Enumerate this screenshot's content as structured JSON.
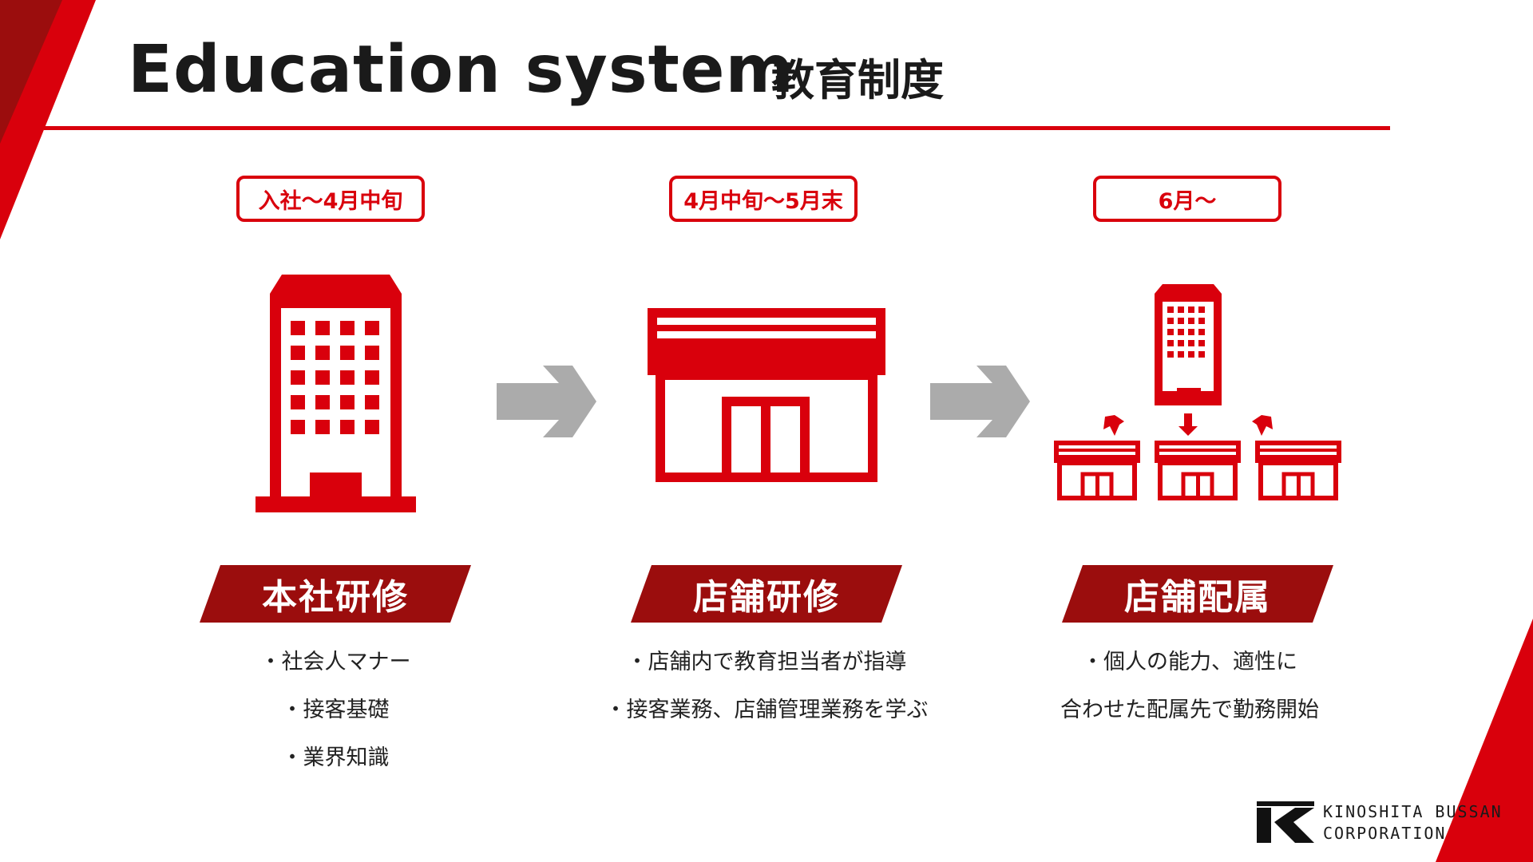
{
  "header": {
    "title_en": "Education system",
    "title_ja": "教育制度"
  },
  "stages": [
    {
      "period": "入社〜4月中旬",
      "icon": "office-building-icon",
      "label": "本社研修",
      "lines": [
        "・社会人マナー",
        "・接客基礎",
        "・業界知識"
      ]
    },
    {
      "period": "4月中旬〜5月末",
      "icon": "store-icon",
      "label": "店舗研修",
      "lines": [
        "・店舗内で教育担当者が指導",
        "・接客業務、店舗管理業務を学ぶ"
      ]
    },
    {
      "period": "6月〜",
      "icon": "headquarters-to-stores-icon",
      "label": "店舗配属",
      "lines": [
        "・個人の能力、適性に",
        "合わせた配属先で勤務開始"
      ]
    }
  ],
  "company": {
    "line1": "KINOSHITA BUSSAN",
    "line2": "CORPORATION"
  },
  "colors": {
    "accent_red": "#d9000c",
    "banner_red": "#9b0d0d",
    "arrow_gray": "#ababab"
  }
}
